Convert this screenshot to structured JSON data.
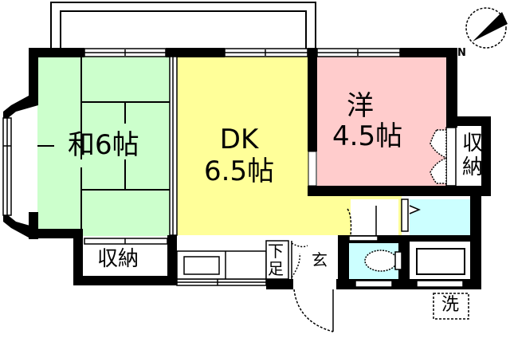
{
  "floorplan": {
    "colors": {
      "wall": "#000000",
      "washitsu": "#ccffcc",
      "dk": "#ffff99",
      "youshitsu": "#ffcccc",
      "wet_area": "#ccffff",
      "storage": "#ffffff",
      "background": "#ffffff"
    },
    "rooms": {
      "washitsu": {
        "label": "和6帖"
      },
      "dk": {
        "label_line1": "DK",
        "label_line2": "6.5帖"
      },
      "youshitsu": {
        "label_line1": "洋",
        "label_line2": "4.5帖"
      },
      "storage_left": {
        "label": "収納"
      },
      "storage_right": {
        "label_line1": "収",
        "label_line2": "納"
      },
      "shoe_box": {
        "label_line1": "下",
        "label_line2": "足"
      },
      "entrance": {
        "label": "玄"
      },
      "washer": {
        "label": "洗"
      }
    },
    "compass": {
      "label": "N",
      "icon": "north-arrow-icon"
    }
  }
}
